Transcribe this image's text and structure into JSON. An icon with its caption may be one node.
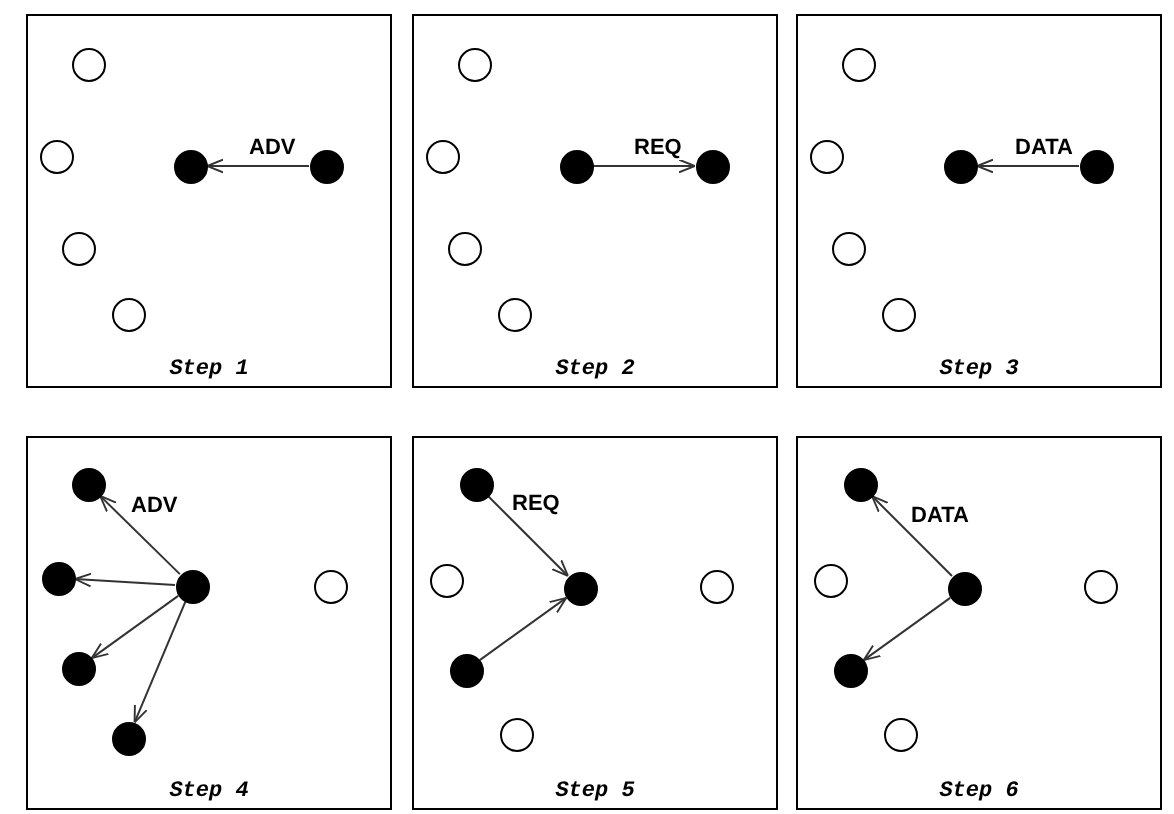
{
  "diagram": {
    "nodes": [
      {
        "text": [
          "Step 1"
        ]
      },
      {
        "text": [],
        "shape": "circle",
        "in": 0
      },
      {
        "text": [],
        "shape": "circle",
        "in": 0
      },
      {
        "text": [],
        "shape": "circle",
        "in": 0
      },
      {
        "text": [],
        "shape": "circle",
        "in": 0
      },
      {
        "text": [],
        "shape": "circle",
        "in": 0
      },
      {
        "text": [],
        "shape": "circle",
        "in": 0
      },
      {
        "text": [
          "Step 2"
        ]
      },
      {
        "text": [],
        "shape": "circle",
        "in": 7
      },
      {
        "text": [],
        "shape": "circle",
        "in": 7
      },
      {
        "text": [],
        "shape": "circle",
        "in": 7
      },
      {
        "text": [],
        "shape": "circle",
        "in": 7
      },
      {
        "text": [],
        "shape": "circle",
        "in": 7
      },
      {
        "text": [],
        "shape": "circle",
        "in": 7
      },
      {
        "text": [
          "Step 3"
        ]
      },
      {
        "text": [],
        "shape": "circle",
        "in": 14
      },
      {
        "text": [],
        "shape": "circle",
        "in": 14
      },
      {
        "text": [],
        "shape": "circle",
        "in": 14
      },
      {
        "text": [],
        "shape": "circle",
        "in": 14
      },
      {
        "text": [],
        "shape": "circle",
        "in": 14
      },
      {
        "text": [],
        "shape": "circle",
        "in": 14
      },
      {
        "text": [
          "Step 4"
        ]
      },
      {
        "text": [],
        "shape": "circle",
        "in": 21
      },
      {
        "text": [],
        "shape": "circle",
        "in": 21
      },
      {
        "text": [],
        "shape": "circle",
        "in": 21
      },
      {
        "text": [],
        "shape": "circle",
        "in": 21
      },
      {
        "text": [],
        "shape": "circle",
        "in": 21
      },
      {
        "text": [],
        "shape": "circle",
        "in": 21
      },
      {
        "text": [
          "Step 5"
        ]
      },
      {
        "text": [],
        "shape": "circle",
        "in": 28
      },
      {
        "text": [],
        "shape": "circle",
        "in": 28
      },
      {
        "text": [],
        "shape": "circle",
        "in": 28
      },
      {
        "text": [],
        "shape": "circle",
        "in": 28
      },
      {
        "text": [],
        "shape": "circle",
        "in": 28
      },
      {
        "text": [],
        "shape": "circle",
        "in": 28
      },
      {
        "text": [
          "Step 6"
        ]
      },
      {
        "text": [],
        "shape": "circle",
        "in": 35
      },
      {
        "text": [],
        "shape": "circle",
        "in": 35
      },
      {
        "text": [],
        "shape": "circle",
        "in": 35
      },
      {
        "text": [],
        "shape": "circle",
        "in": 35
      },
      {
        "text": [],
        "shape": "circle",
        "in": 35
      },
      {
        "text": [],
        "shape": "circle",
        "in": 35
      }
    ],
    "edges": [
      {
        "from": 4,
        "to": 3,
        "arrow": "to",
        "label": "ADV"
      },
      {
        "from": 10,
        "to": 11,
        "arrow": "to",
        "label": "REQ"
      },
      {
        "from": 18,
        "to": 17,
        "arrow": "to",
        "label": "DATA"
      },
      {
        "from": 24,
        "to": 22,
        "arrow": "to",
        "label": "ADV"
      },
      {
        "from": 24,
        "to": 23,
        "arrow": "to"
      },
      {
        "from": 24,
        "to": 26,
        "arrow": "to"
      },
      {
        "from": 24,
        "to": 27,
        "arrow": "to"
      },
      {
        "from": 29,
        "to": 31,
        "arrow": "to",
        "label": "REQ"
      },
      {
        "from": 33,
        "to": 31,
        "arrow": "to"
      },
      {
        "from": 38,
        "to": 36,
        "arrow": "to",
        "label": "DATA"
      },
      {
        "from": 38,
        "to": 40,
        "arrow": "to"
      }
    ]
  }
}
